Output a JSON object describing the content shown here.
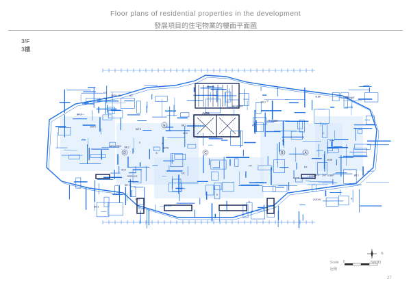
{
  "header": {
    "title_en": "Floor plans of residential properties in the development",
    "title_zh": "發展項目的住宅物業的樓面平面圖"
  },
  "floor": {
    "label_en": "3/F",
    "label_zh": "3樓"
  },
  "plan": {
    "line_color": "#1e6fe0",
    "dark_color": "#1b2a5a",
    "room_labels": [
      "BR.1",
      "BR.2",
      "BR.3",
      "M.BR",
      "BATH",
      "KIT.",
      "LIV/DIN",
      "LIFT LOBBY",
      "OPEN KIT.",
      "A/C",
      "METAL A/F",
      "F.R.",
      "ACH",
      "E",
      "D",
      "C",
      "B",
      "A"
    ]
  },
  "scale": {
    "label_en": "Scale",
    "label_zh": "比例",
    "start": "0",
    "end": "5M(米)",
    "north": "N"
  },
  "footer": {
    "page_number": "27"
  }
}
